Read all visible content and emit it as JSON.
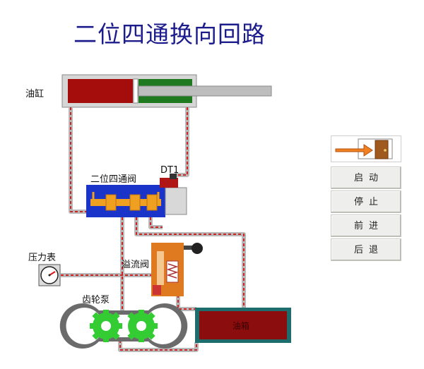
{
  "title": "二位四通换向回路",
  "labels": {
    "cylinder": "油缸",
    "valve": "二位四通阀",
    "solenoid": "DT1",
    "gauge": "压力表",
    "relief_valve": "溢流阀",
    "pump": "齿轮泵",
    "tank": "油箱"
  },
  "controls": {
    "start": "启动",
    "stop": "停止",
    "forward": "前进",
    "back": "后退"
  },
  "icons": {
    "door": "door-exit-arrow-icon",
    "gauge": "pressure-gauge-icon",
    "gear": "gear-icon"
  },
  "colors": {
    "title": "#1c1c8c",
    "cylinder_red": "#a50c0c",
    "cylinder_green": "#1f7a1f",
    "valve_blue": "#1a33c9",
    "valve_orange": "#f0a020",
    "relief_orange": "#e07a20",
    "tank_red": "#8b0d0d",
    "tank_border": "#1e6d6d",
    "gear_green": "#33cc33",
    "pipe_red": "#cc2222"
  }
}
